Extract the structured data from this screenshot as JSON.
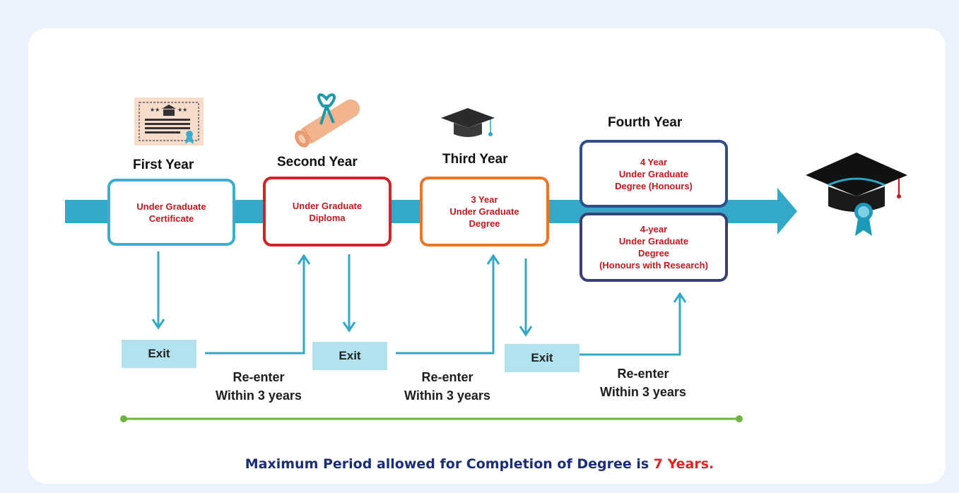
{
  "stages": [
    {
      "year": "First Year",
      "lines": [
        "Under Graduate",
        "Certificate"
      ],
      "border_color": "#3aaed0",
      "icon": "certificate-icon"
    },
    {
      "year": "Second Year",
      "lines": [
        "Under Graduate",
        "Diploma"
      ],
      "border_color": "#d42027",
      "icon": "diploma-scroll-icon"
    },
    {
      "year": "Third Year",
      "lines": [
        "3 Year",
        "Under Graduate",
        "Degree"
      ],
      "border_color": "#ef7422",
      "icon": "graduation-cap-icon"
    },
    {
      "year": "Fourth Year",
      "honours": {
        "lines": [
          "4 Year",
          "Under Graduate",
          "Degree (Honours)"
        ]
      },
      "research": {
        "lines": [
          "4-year",
          "Under Graduate",
          "Degree",
          "(Honours with Research)"
        ]
      },
      "border_color": "#2e4d8f"
    }
  ],
  "exits": [
    {
      "label": "Exit",
      "reenter": [
        "Re-enter",
        "Within 3 years"
      ]
    },
    {
      "label": "Exit",
      "reenter": [
        "Re-enter",
        "Within 3 years"
      ]
    },
    {
      "label": "Exit",
      "reenter": [
        "Re-enter",
        "Within 3 years"
      ]
    }
  ],
  "footer": {
    "text": "Maximum Period allowed for Completion of Degree is ",
    "highlight": "7 Years."
  },
  "colors": {
    "arrow": "#34a8c8",
    "flow_line": "#34a8c8",
    "timeline": "#6cb33f",
    "footer_text": "#1b2d7a",
    "highlight": "#e02424",
    "box_text": "#c4161c"
  }
}
